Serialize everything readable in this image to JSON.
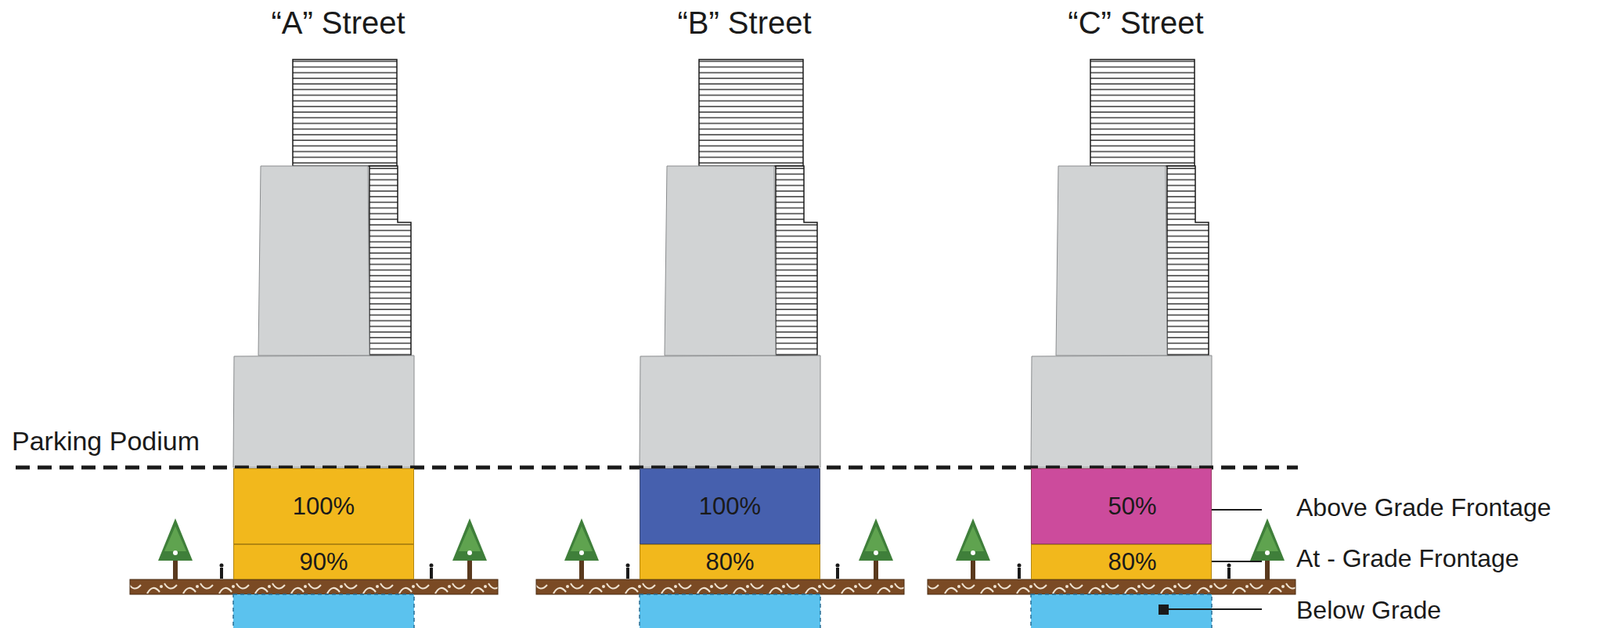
{
  "diagram": {
    "nodes": [
      {
        "text": [
          "100%"
        ]
      },
      {
        "text": [
          "90%"
        ]
      },
      {
        "text": [
          "100%"
        ]
      },
      {
        "text": [
          "80%"
        ]
      },
      {
        "text": [
          "50%"
        ]
      },
      {
        "text": [
          "80%"
        ]
      }
    ],
    "labels": [
      "“A” Street",
      "“B” Street",
      "“C” Street",
      "Parking Podium",
      "Above Grade Frontage",
      "At - Grade Frontage",
      "Below Grade"
    ]
  }
}
